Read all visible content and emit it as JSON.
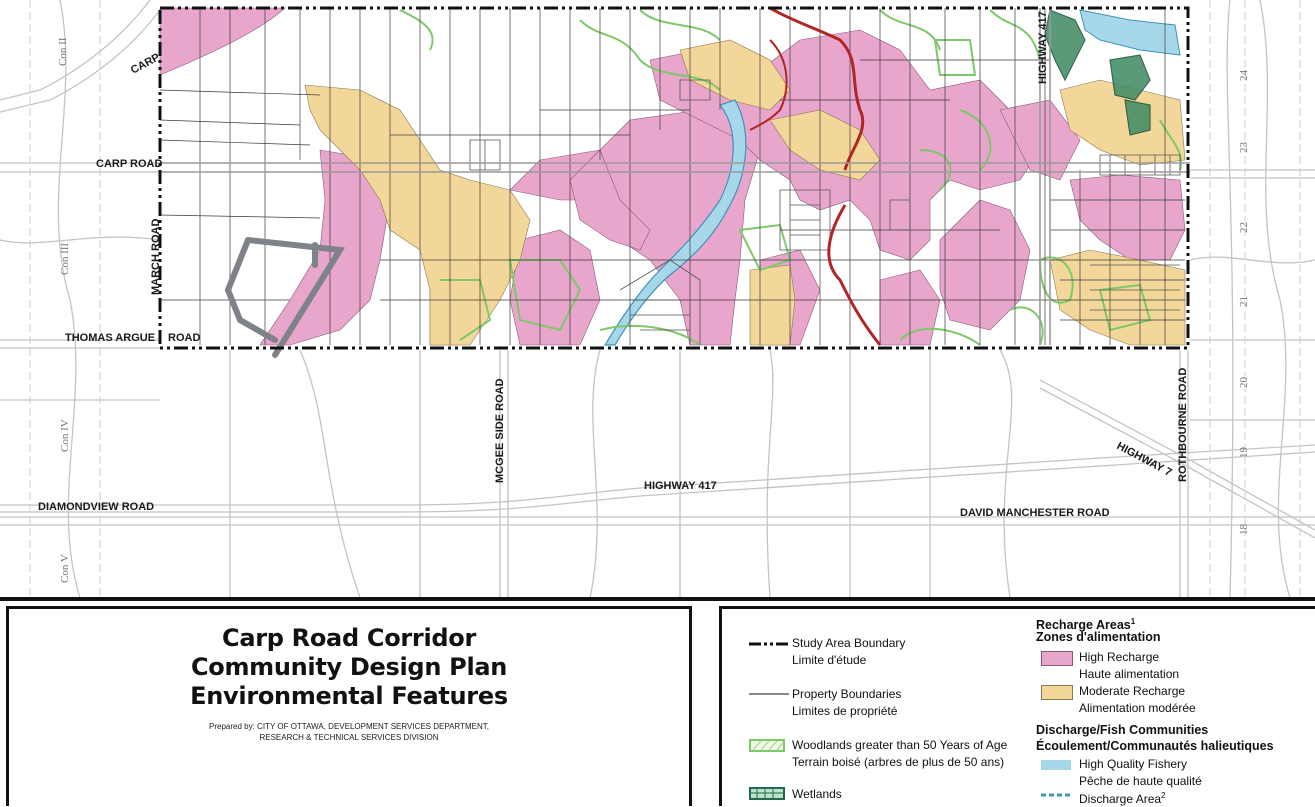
{
  "map": {
    "roads": {
      "carp_top": "CARP",
      "carp_road": "CARP ROAD",
      "march_road": "MARCH ROAD",
      "thomas_argue": "THOMAS ARGUE",
      "road_suffix": "ROAD",
      "mcgee": "MCGEE SIDE ROAD",
      "highway_417_top": "HIGHWAY 417",
      "highway_417": "HIGHWAY 417",
      "diamondview": "DIAMONDVIEW ROAD",
      "david_manchester": "DAVID MANCHESTER ROAD",
      "highway_7": "HIGHWAY 7",
      "rothbourne": "ROTHBOURNE ROAD"
    },
    "concessions": [
      "Con II",
      "Con III",
      "Con IV",
      "Con V"
    ],
    "lot_numbers": [
      "24",
      "23",
      "22",
      "21",
      "20",
      "19",
      "18"
    ],
    "colors": {
      "high_recharge": "#e8a6cc",
      "moderate_recharge": "#f3d79a",
      "woodland": "#7ec86a",
      "wetland": "#1e6b4a",
      "fishery": "#a6d8ea",
      "river": "#5aaecb",
      "red_line": "#b02525",
      "road": "#bcbcbc"
    }
  },
  "title": {
    "line1": "Carp Road Corridor",
    "line2": "Community Design Plan",
    "line3": "Environmental Features",
    "prepared1": "Prepared by: CITY OF OTTAWA, DEVELOPMENT SERVICES DEPARTMENT,",
    "prepared2": "RESEARCH & TECHNICAL SERVICES DIVISION"
  },
  "legend": {
    "study_area_en": "Study Area Boundary",
    "study_area_fr": "Limite d'étude",
    "property_en": "Property Boundaries",
    "property_fr": "Limites de propriété",
    "woodlands_en": "Woodlands greater than 50 Years of Age",
    "woodlands_fr": "Terrain boisé (arbres de plus de 50 ans)",
    "wetlands_en": "Wetlands",
    "recharge_head": "Recharge Areas",
    "recharge_sup": "1",
    "recharge_head_fr": "Zones d'alimentation",
    "high_en": "High Recharge",
    "high_fr": "Haute alimentation",
    "moderate_en": "Moderate Recharge",
    "moderate_fr": "Alimentation modérée",
    "discharge_head": "Discharge/Fish Communities",
    "discharge_head_fr": "Écoulement/Communautés halieutiques",
    "fishery_en": "High Quality Fishery",
    "fishery_fr": "Pêche de haute qualité",
    "discharge_area": "Discharge Area",
    "discharge_sup": "2"
  }
}
